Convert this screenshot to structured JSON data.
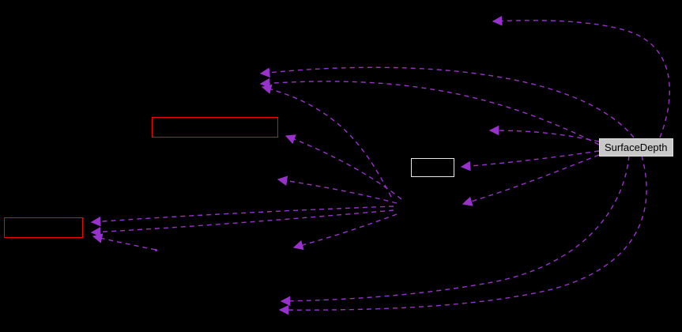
{
  "diagram": {
    "type": "collaboration-graph",
    "background_color": "#000000",
    "edge_color": "#9932cc",
    "edge_style": "dashed",
    "nodes": [
      {
        "id": "surfacedepth",
        "label": "SurfaceDepth",
        "kind": "current-node",
        "fill": "#c9c9c9",
        "border": "#e0e0e0"
      },
      {
        "id": "red-node-1",
        "label": "",
        "kind": "class-node",
        "fill": "#000000",
        "border": "#ff0000"
      },
      {
        "id": "red-node-2",
        "label": "",
        "kind": "class-node",
        "fill": "#000000",
        "border": "#ff0000"
      },
      {
        "id": "white-node-1",
        "label": "",
        "kind": "class-node",
        "fill": "#000000",
        "border": "#e8e8e8"
      }
    ],
    "edges_note": "dashed purple usage arrows fanning out from SurfaceDepth and a central hub toward member nodes"
  }
}
